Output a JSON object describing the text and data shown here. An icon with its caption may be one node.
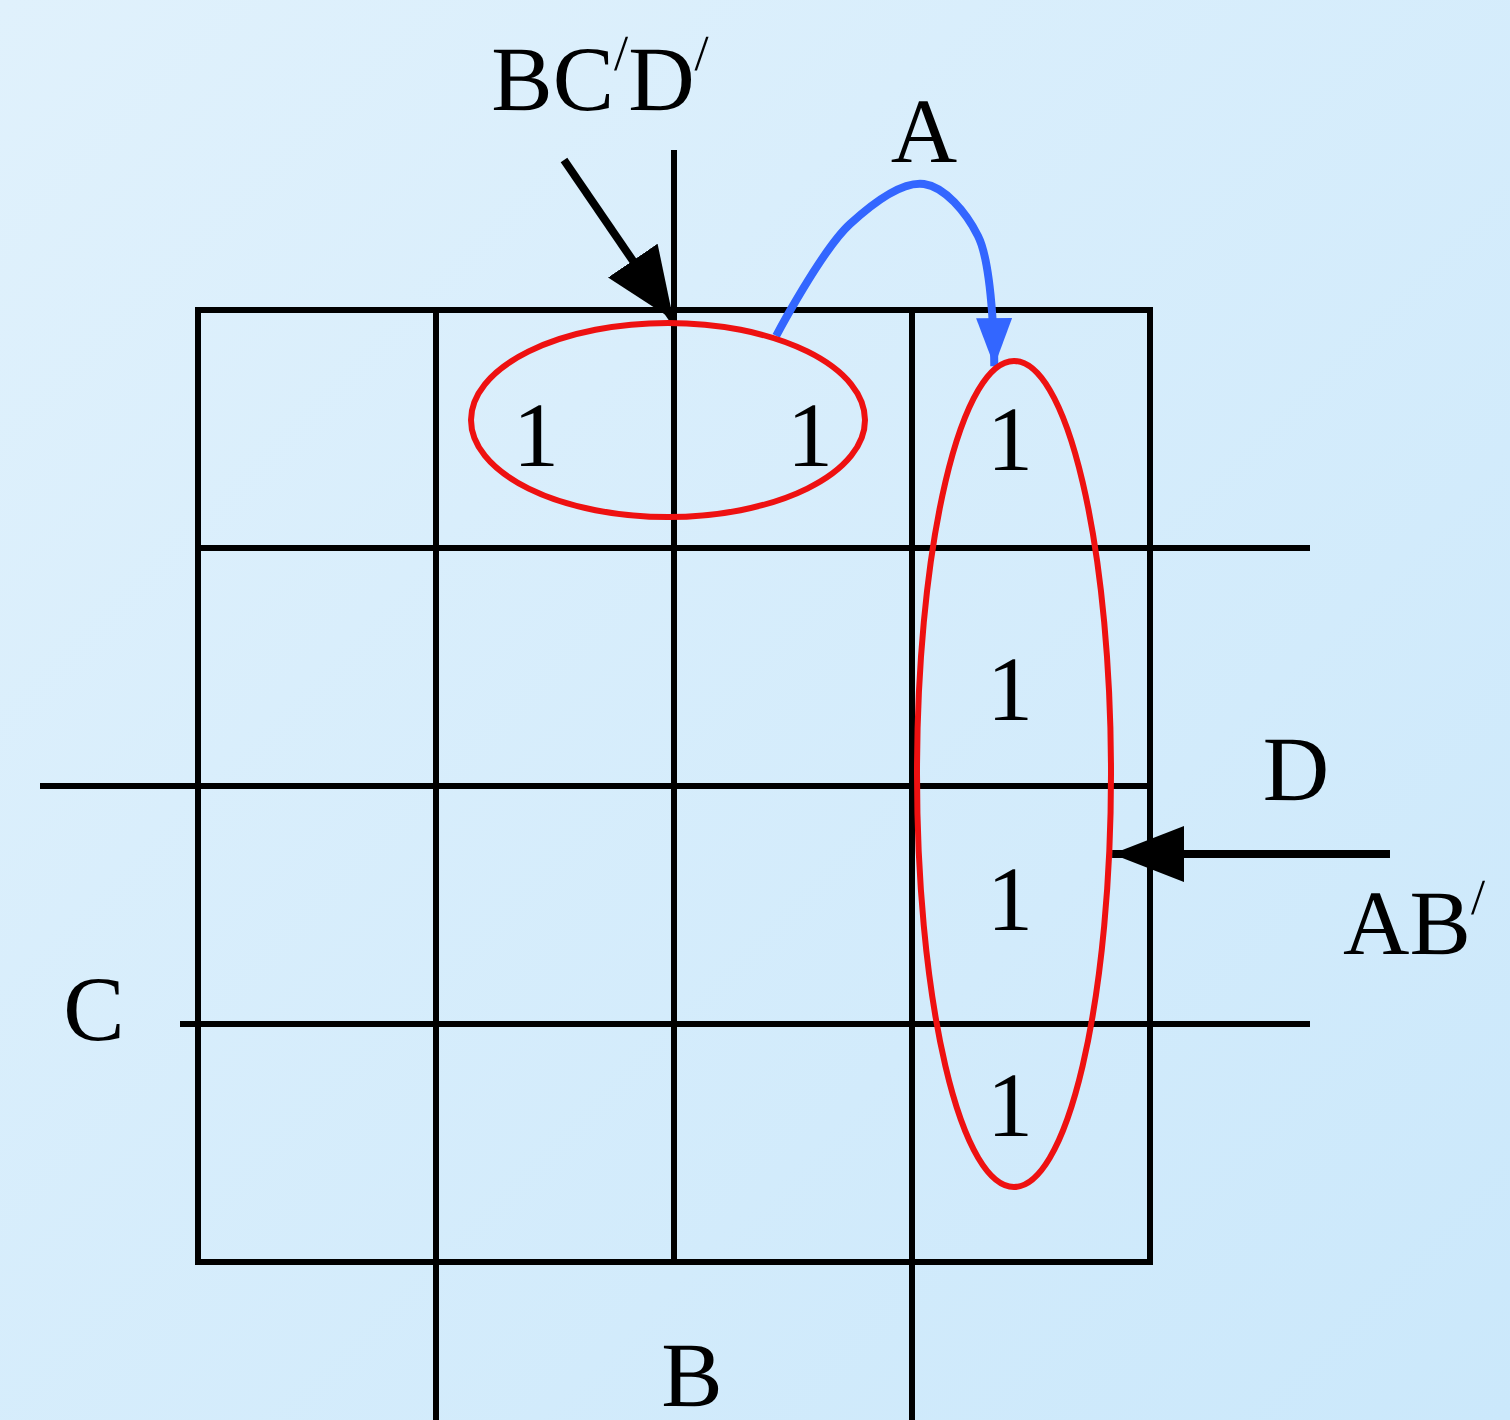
{
  "diagram": {
    "nodes": [
      {
        "text": [
          "BC$^{/}$D$^{/}$"
        ]
      },
      {
        "text": [],
        "shape": "ellipse"
      },
      {
        "text": [],
        "shape": "ellipse"
      },
      {
        "text": [
          "AB$^{/}$"
        ]
      }
    ],
    "edges": [
      {
        "from": 0,
        "to": 1,
        "arrow": "to"
      },
      {
        "from": 1,
        "to": 2,
        "arrow": "to",
        "color": "#3366ff"
      },
      {
        "from": 3,
        "to": 2,
        "arrow": "to"
      }
    ],
    "labels": [
      "A",
      "1",
      "1",
      "1",
      "1",
      "D",
      "1",
      "C",
      "1",
      "B"
    ]
  }
}
